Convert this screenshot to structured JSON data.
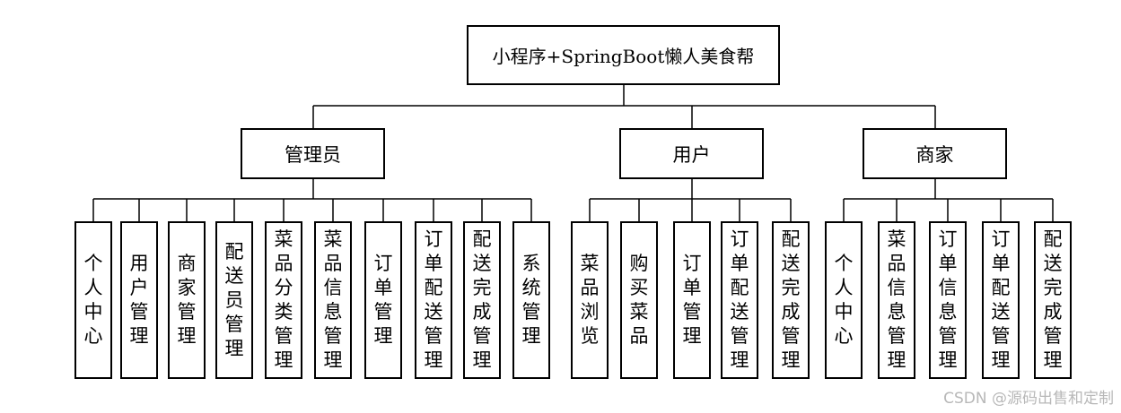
{
  "root": {
    "label": "小程序+SpringBoot懒人美食帮"
  },
  "groups": [
    {
      "label": "管理员",
      "children": [
        "个人中心",
        "用户管理",
        "商家管理",
        "配送员管理",
        "菜品分类管理",
        "菜品信息管理",
        "订单管理",
        "订单配送管理",
        "配送完成管理",
        "系统管理"
      ]
    },
    {
      "label": "用户",
      "children": [
        "菜品浏览",
        "购买菜品",
        "订单管理",
        "订单配送管理",
        "配送完成管理"
      ]
    },
    {
      "label": "商家",
      "children": [
        "个人中心",
        "菜品信息管理",
        "订单信息管理",
        "订单配送管理",
        "配送完成管理"
      ]
    }
  ],
  "watermark": "CSDN @源码出售和定制",
  "colors": {
    "stroke": "#000000",
    "background": "#ffffff",
    "watermark": "#b8b8b8"
  }
}
